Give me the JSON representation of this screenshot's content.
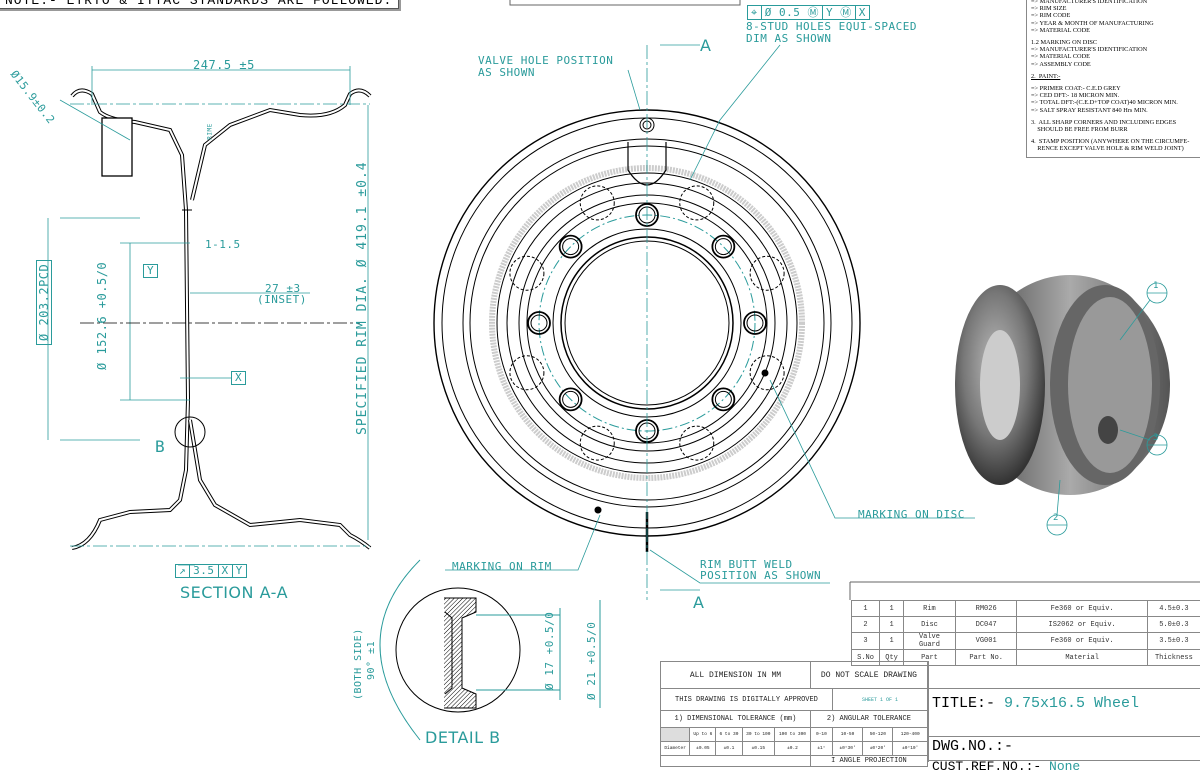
{
  "note": "NOTE:- ETRTO & ITTAC STANDARDS ARE FOLLOWED.",
  "general_notes": [
    "=> MANUFACTURER'S IDENTIFICATION",
    "=> RIM SIZE",
    "=> RIM CODE",
    "=> YEAR & MONTH OF MANUFACTURING",
    "=> MATERIAL CODE",
    "",
    "1.2 MARKING ON DISC",
    "=> MANUFACTURER'S IDENTIFICATION",
    "=> MATERIAL CODE",
    "=> ASSEMBLY CODE",
    "",
    "2.  PAINT:-",
    "",
    "=> PRIMER COAT:- C.E.D GREY",
    "=> CED DFT:- 18 MICRON MIN.",
    "=> TOTAL DFT:-(C.E.D+TOP COAT)40 MICRON MIN.",
    "=> SALT SPRAY RESISTANT 840 Hrs MIN.",
    "",
    "3.  ALL SHARP CORNERS AND INCLUDING EDGES",
    "    SHOULD BE FREE FROM BURR",
    "",
    "4.  STAMP POSITION (ANYWHERE ON THE CIRCUMFE-",
    "    RENCE EXCEPT VALVE HOLE & RIM WELD JOINT)"
  ],
  "section": {
    "title": "SECTION A-A",
    "dim_width": "247.5 ±5",
    "dim_angle": "Ø15.9±0.2",
    "dim_pcd": "Ø 203.2PCD",
    "dim_bore": "Ø 152.6 +0.5/0",
    "dim_rim_dia": "SPECIFIED RIM DIA.  Ø 419.1 ±0.4",
    "dim_gap": "1-1.5",
    "dim_inset": "27 ±3",
    "inset_label": "(INSET)",
    "datum_y": "Y",
    "datum_x": "X",
    "detail_ref": "B",
    "rime": "RIME",
    "runout": "3.5",
    "runout_x": "X",
    "runout_y": "Y",
    "marker": "1"
  },
  "front": {
    "tolerance_frame": [
      "⌖",
      "Ø 0.5 Ⓜ",
      "Y Ⓜ",
      "X"
    ],
    "stud_note": "8-STUD HOLES EQUI-SPACED\nDIM AS SHOWN",
    "valve_note": "VALVE HOLE POSITION\nAS SHOWN",
    "marking_rim": "MARKING ON RIM",
    "marking_disc": "MARKING ON DISC",
    "weld_note": "RIM BUTT WELD\nPOSITION AS SHOWN",
    "section_a": "A"
  },
  "detail": {
    "title": "DETAIL B",
    "angle": "90° ±1",
    "angle_note": "(BOTH SIDE)",
    "dim1": "Ø 17 +0.5/0",
    "dim2": "Ø 21 +0.5/0"
  },
  "balloons": [
    "1",
    "3",
    "2"
  ],
  "bom": {
    "headers": [
      "S.No",
      "Qty",
      "Part",
      "Part No.",
      "Material",
      "Thickness"
    ],
    "rows": [
      [
        "1",
        "1",
        "Rim",
        "RM026",
        "Fe360 or Equiv.",
        "4.5±0.3"
      ],
      [
        "2",
        "1",
        "Disc",
        "DC047",
        "IS2062 or Equiv.",
        "5.0±0.3"
      ],
      [
        "3",
        "1",
        "Valve Guard",
        "VG001",
        "Fe360 or Equiv.",
        "3.5±0.3"
      ]
    ]
  },
  "title_block": {
    "units": "ALL DIMENSION IN MM",
    "no_scale": "DO NOT SCALE DRAWING",
    "approved": "THIS DRAWING IS DIGITALLY APPROVED",
    "sheet": "SHEET 1 OF 1",
    "dim_tol": "1) DIMENSIONAL TOLERANCE (mm)",
    "ang_tol": "2) ANGULAR TOLERANCE",
    "dim_ranges": [
      "Up to 6",
      "6 to 30",
      "30 to 100",
      "100 to 300"
    ],
    "ang_ranges": [
      "0-10",
      "10-50",
      "50-120",
      "120-400"
    ],
    "row_label": "Diameter",
    "dim_values": [
      "±0.05",
      "±0.1",
      "±0.15",
      "±0.2"
    ],
    "ang_values": [
      "±1°",
      "±0°30'",
      "±0°20'",
      "±0°10'"
    ],
    "projection": "I ANGLE PROJECTION",
    "title_label": "TITLE:-",
    "title_value": "9.75x16.5 Wheel",
    "dwg_label": "DWG.NO.:-",
    "cust_label": "CUST.REF.NO.:-",
    "cust_value": "None"
  }
}
